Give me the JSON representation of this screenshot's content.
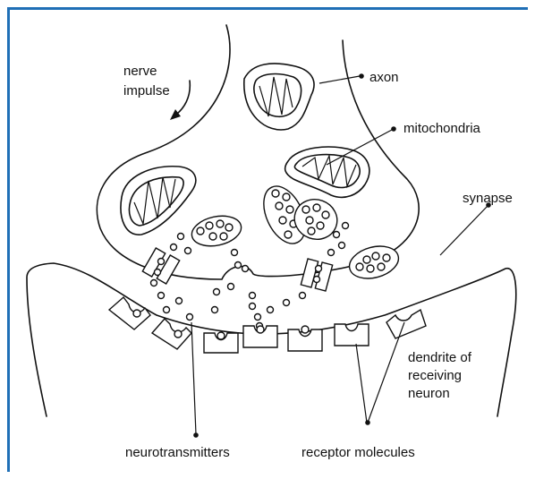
{
  "labels": {
    "nerve_impulse_line1": "nerve",
    "nerve_impulse_line2": "impulse",
    "axon": "axon",
    "mitochondria": "mitochondria",
    "synapse": "synapse",
    "dendrite_line1": "dendrite of",
    "dendrite_line2": "receiving",
    "dendrite_line3": "neuron",
    "neurotransmitters": "neurotransmitters",
    "receptor_molecules": "receptor molecules"
  },
  "colors": {
    "frame": "#1f6fb6",
    "ink": "#111111"
  }
}
